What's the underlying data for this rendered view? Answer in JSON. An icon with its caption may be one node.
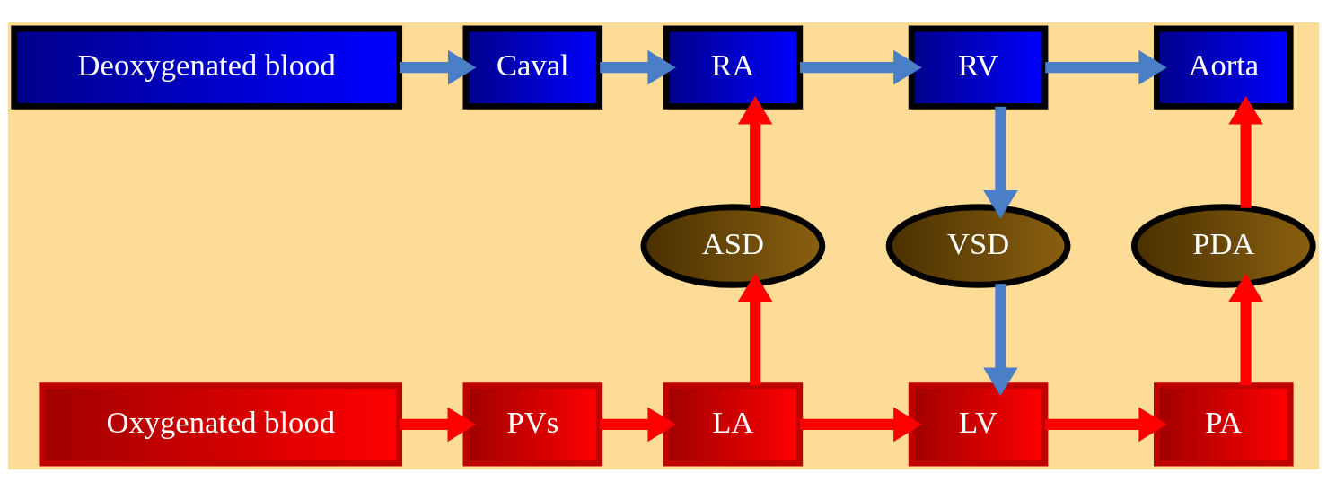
{
  "diagram": {
    "nodes": [
      {
        "text": [
          "Deoxygenated blood"
        ]
      },
      {
        "text": [
          "Caval"
        ]
      },
      {
        "text": [
          "RA"
        ]
      },
      {
        "text": [
          "RV"
        ]
      },
      {
        "text": [
          "Aorta"
        ]
      },
      {
        "text": [
          "ASD"
        ]
      },
      {
        "text": [
          "VSD"
        ]
      },
      {
        "text": [
          "PDA"
        ]
      },
      {
        "text": [
          "Oxygenated blood"
        ]
      },
      {
        "text": [
          "PVs"
        ]
      },
      {
        "text": [
          "LA"
        ]
      },
      {
        "text": [
          "LV"
        ]
      },
      {
        "text": [
          "PA"
        ]
      }
    ],
    "edges": [
      {
        "from": 0,
        "to": 1,
        "arrow": "to",
        "color": "#4a7fc8"
      },
      {
        "from": 1,
        "to": 2,
        "arrow": "to",
        "color": "#4a7fc8"
      },
      {
        "from": 2,
        "to": 3,
        "arrow": "to",
        "color": "#4a7fc8"
      },
      {
        "from": 3,
        "to": 4,
        "arrow": "to",
        "color": "#4a7fc8"
      },
      {
        "from": 3,
        "to": 6,
        "arrow": "to",
        "color": "#4a7fc8"
      },
      {
        "from": 6,
        "to": 11,
        "arrow": "to",
        "color": "#4a7fc8"
      },
      {
        "from": 8,
        "to": 9,
        "arrow": "to"
      },
      {
        "from": 9,
        "to": 10,
        "arrow": "to"
      },
      {
        "from": 10,
        "to": 11,
        "arrow": "to"
      },
      {
        "from": 11,
        "to": 12,
        "arrow": "to"
      },
      {
        "from": 10,
        "to": 5,
        "arrow": "to"
      },
      {
        "from": 5,
        "to": 2,
        "arrow": "to"
      },
      {
        "from": 12,
        "to": 7,
        "arrow": "to"
      },
      {
        "from": 7,
        "to": 4,
        "arrow": "to"
      }
    ]
  }
}
